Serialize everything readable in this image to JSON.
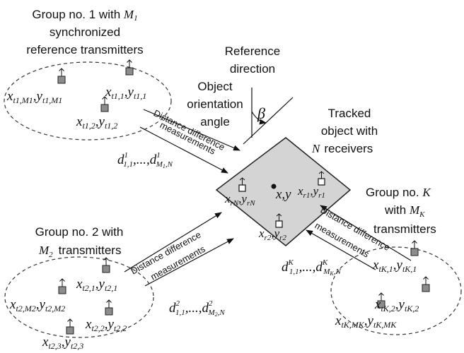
{
  "group1": {
    "title": [
      "Group no. 1 with",
      "synchronized",
      "reference transmitters"
    ],
    "sym": "M",
    "sub": "1",
    "tx": [
      {
        "x": "x",
        "xs": "t1,M1",
        "y": "y",
        "ys": "t1,M1"
      },
      {
        "x": "x",
        "xs": "t1,1",
        "y": "y",
        "ys": "t1,1"
      },
      {
        "x": "x",
        "xs": "t1,2",
        "y": "y",
        "ys": "t1,2"
      }
    ]
  },
  "group2": {
    "title": [
      "Group no. 2 with",
      "transmitters"
    ],
    "sym": "M",
    "sub": "2",
    "tx": [
      {
        "x": "x",
        "xs": "t2,1",
        "y": "y",
        "ys": "t2,1"
      },
      {
        "x": "x",
        "xs": "t2,M2",
        "y": "y",
        "ys": "t2,M2"
      },
      {
        "x": "x",
        "xs": "t2,2",
        "y": "y",
        "ys": "t2,2"
      },
      {
        "x": "x",
        "xs": "t2,3",
        "y": "y",
        "ys": "t2,3"
      }
    ]
  },
  "groupK": {
    "title": [
      "Group no.",
      "with",
      "transmitters"
    ],
    "sym_k": "K",
    "sym": "M",
    "sub": "K",
    "tx": [
      {
        "x": "x",
        "xs": "tK,1",
        "y": "y",
        "ys": "tK,1"
      },
      {
        "x": "x",
        "xs": "tK,2",
        "y": "y",
        "ys": "tK,2"
      },
      {
        "x": "x",
        "xs": "tK,MK",
        "y": "y",
        "ys": "tK,MK"
      }
    ]
  },
  "reference_direction": [
    "Reference",
    "direction"
  ],
  "orientation": [
    "Object",
    "orientation",
    "angle"
  ],
  "angle_symbol": "β",
  "tracked": [
    "Tracked",
    "object with",
    "receivers"
  ],
  "tracked_sym": "N",
  "object": {
    "center": "x,y",
    "receivers": [
      {
        "x": "x",
        "xs": "r1",
        "y": "y",
        "ys": "r1"
      },
      {
        "x": "x",
        "xs": "rN",
        "y": "y",
        "ys": "rN"
      },
      {
        "x": "x",
        "xs": "r2",
        "y": "y",
        "ys": "r2"
      }
    ]
  },
  "measurement_label": [
    "Distance difference",
    "measurements"
  ],
  "d1": {
    "base": "d",
    "sup1": "1",
    "sub1": "1,1",
    "dots": ",...,",
    "sup2": "1",
    "sub2": "M",
    "sub2s": "1",
    "sub2t": ",N"
  },
  "d2": {
    "base": "d",
    "sup1": "2",
    "sub1": "1,1",
    "dots": ",...,",
    "sup2": "2",
    "sub2": "M",
    "sub2s": "2",
    "sub2t": ",N"
  },
  "dK": {
    "base": "d",
    "sup1": "K",
    "sub1": "1,1",
    "dots": ",...,",
    "sup2": "K",
    "sub2": "M",
    "sub2s": "K",
    "sub2t": ",N"
  }
}
